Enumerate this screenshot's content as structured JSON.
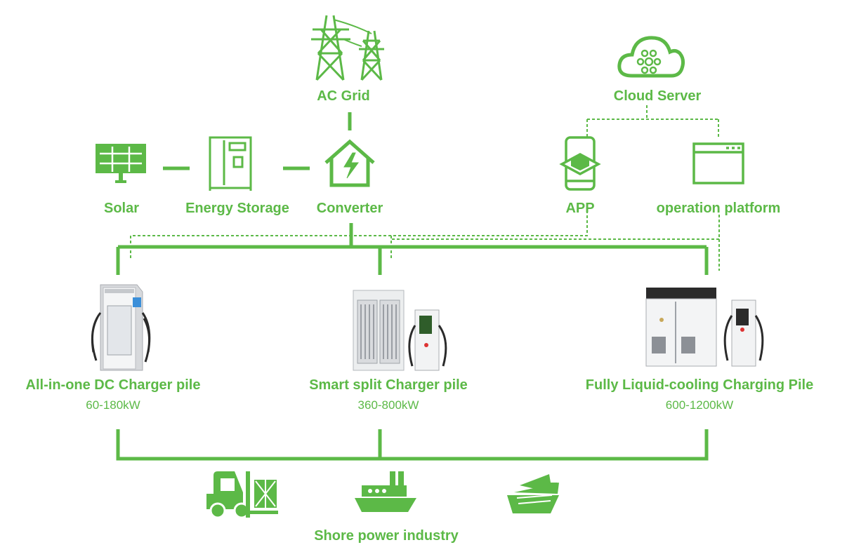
{
  "colors": {
    "accent": "#5cb947",
    "white": "#ffffff",
    "dark": "#2b2b2b",
    "metal": "#c9cbcf"
  },
  "nodes": {
    "ac_grid": {
      "label": "AC Grid",
      "icon": "power-tower-icon"
    },
    "cloud": {
      "label": "Cloud Server",
      "icon": "cloud-network-icon"
    },
    "solar": {
      "label": "Solar",
      "icon": "solar-panel-icon"
    },
    "storage": {
      "label": "Energy Storage",
      "icon": "battery-cabinet-icon"
    },
    "converter": {
      "label": "Converter",
      "icon": "house-bolt-icon"
    },
    "app": {
      "label": "APP",
      "icon": "phone-box-icon"
    },
    "platform": {
      "label": "operation platform",
      "icon": "browser-window-icon"
    }
  },
  "chargers": [
    {
      "name": "All-in-one DC Charger pile",
      "power": "60-180kW"
    },
    {
      "name": "Smart split Charger pile",
      "power": "360-800kW"
    },
    {
      "name": "Fully Liquid-cooling Charging Pile",
      "power": "600-1200kW"
    }
  ],
  "industry": {
    "label": "Shore power industry",
    "icons": [
      "forklift-icon",
      "cargo-ship-icon",
      "cruise-ship-icon"
    ]
  }
}
